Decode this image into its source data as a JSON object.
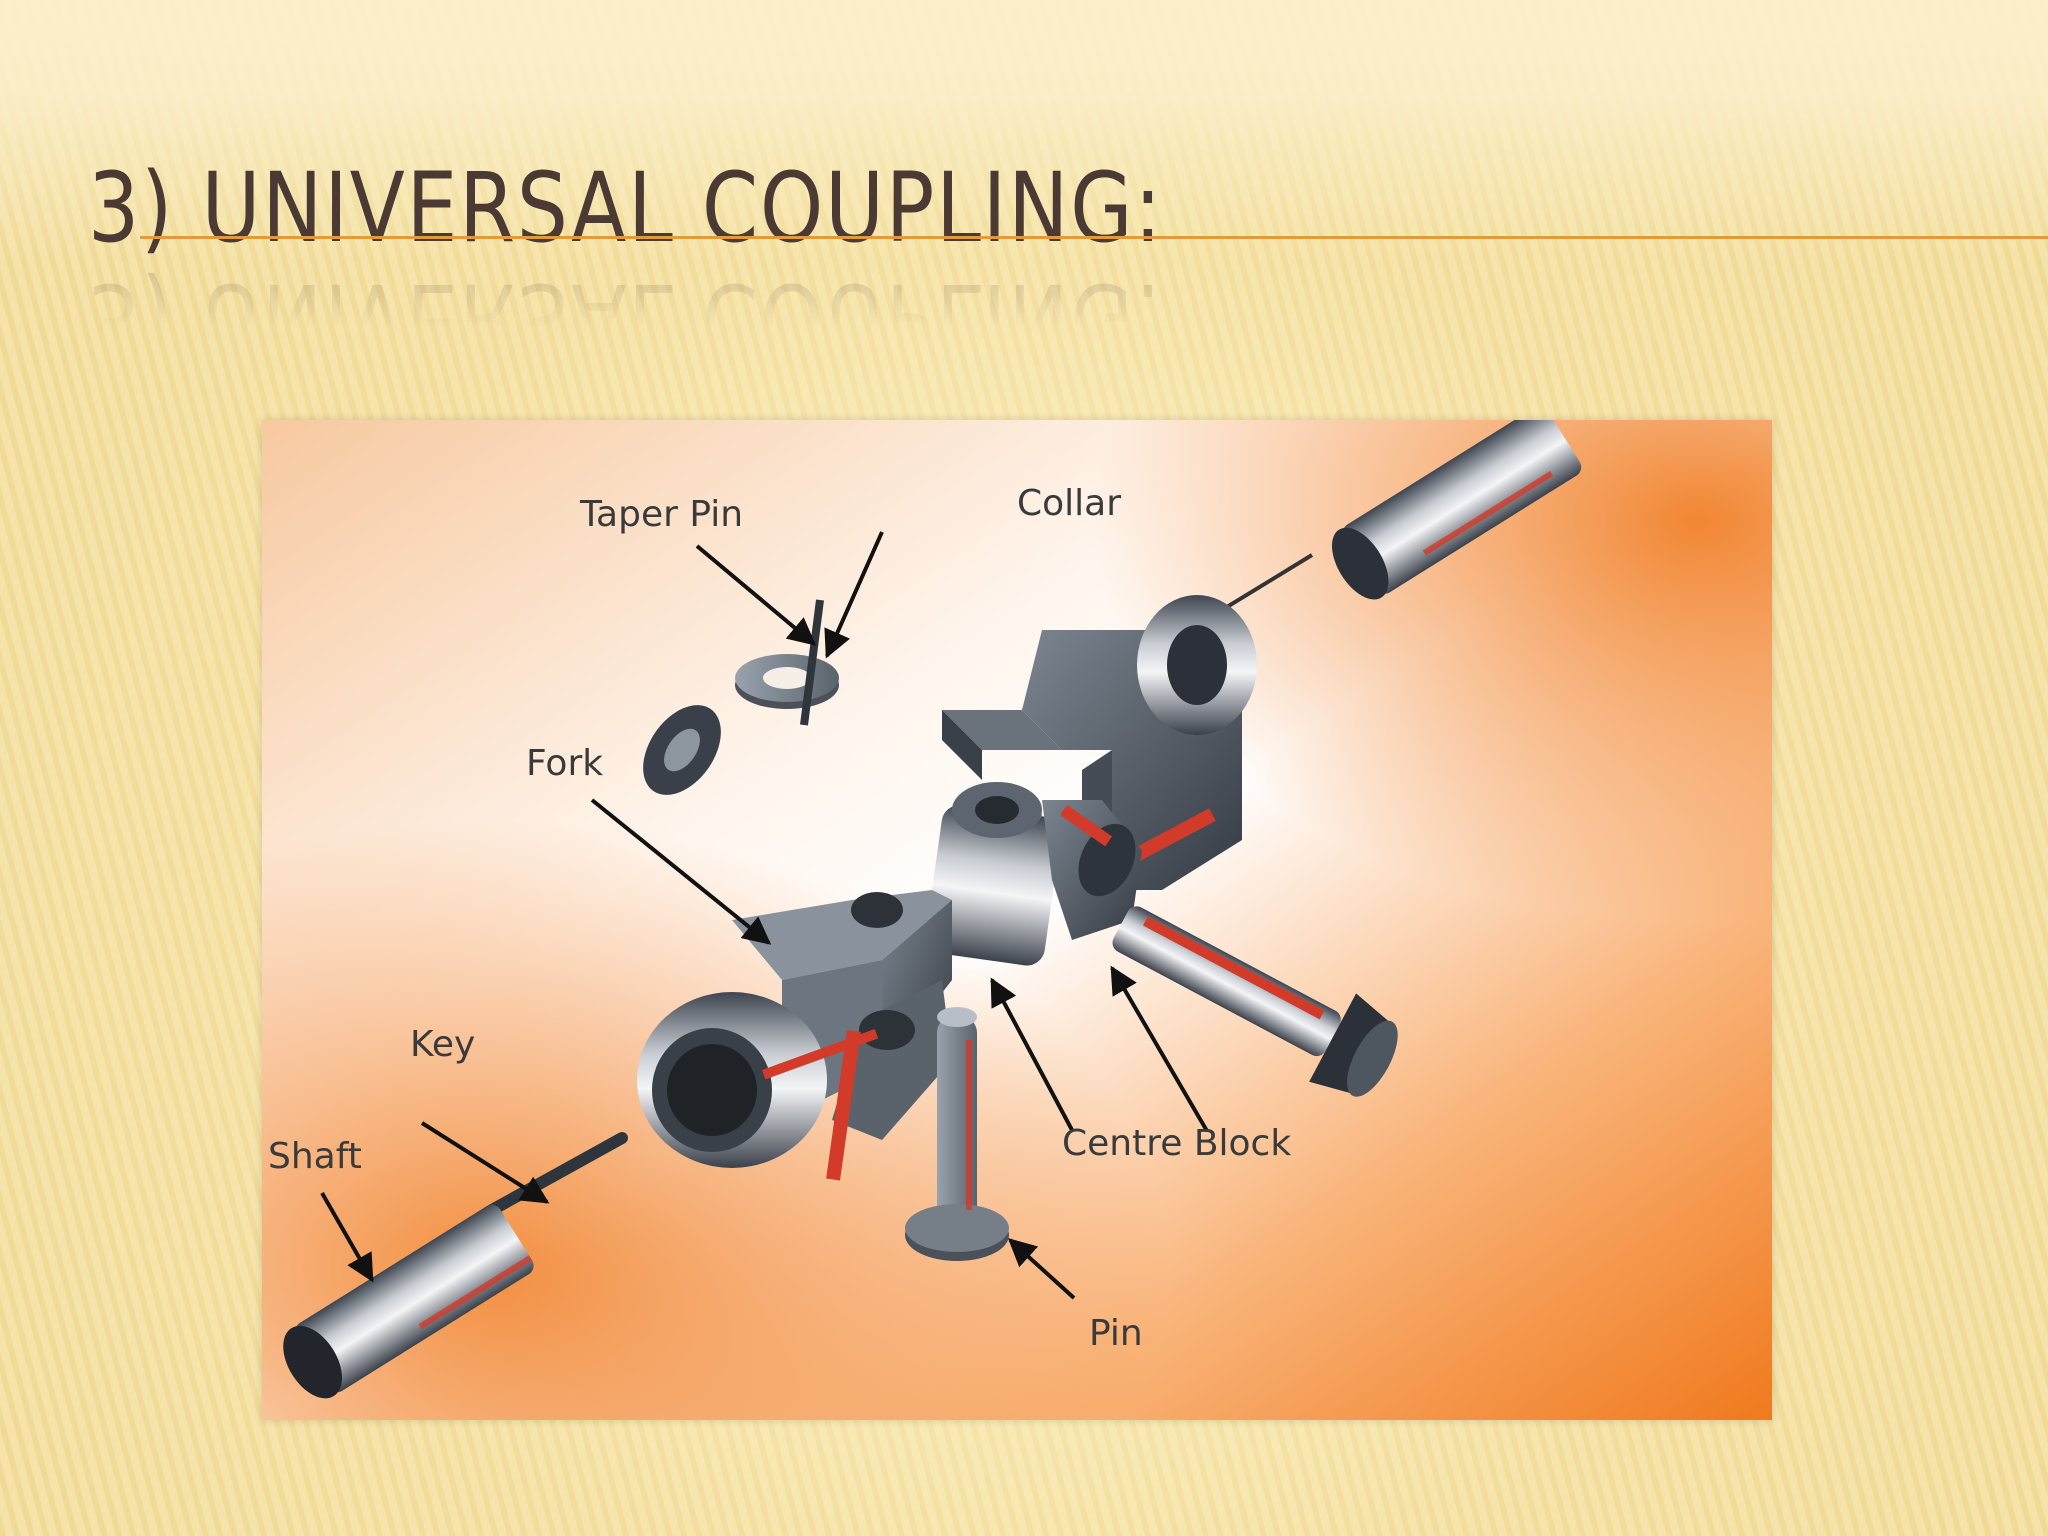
{
  "slide": {
    "title": "3)  UNIVERSAL COUPLING:"
  },
  "figure": {
    "labels": {
      "taper_pin": "Taper Pin",
      "collar": "Collar",
      "fork": "Fork",
      "key": "Key",
      "shaft": "Shaft",
      "centre_block": "Centre Block",
      "pin": "Pin"
    }
  },
  "colors": {
    "title_text": "#4a3a33",
    "title_rule": "#e39a3b",
    "figure_orange": "#f07a1e",
    "part_steel": "#5c6570",
    "part_highlight": "#d23a2a"
  }
}
